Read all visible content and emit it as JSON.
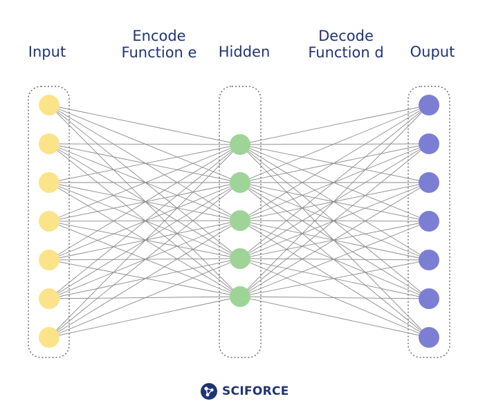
{
  "labels": {
    "input": "Input",
    "encode_line1": "Encode",
    "encode_line2": "Function e",
    "hidden": "Hidden",
    "decode_line1": "Decode",
    "decode_line2": "Function d",
    "output": "Ouput"
  },
  "layers": {
    "input_nodes": 7,
    "hidden_nodes": 5,
    "output_nodes": 7
  },
  "colors": {
    "input": "#fbe38a",
    "hidden": "#9ed497",
    "output": "#7b7fd4",
    "edge": "#8a8a8a",
    "text": "#1f3474"
  },
  "logo": {
    "text": "SCIFORCE",
    "icon": "sciforce-logo-icon"
  }
}
